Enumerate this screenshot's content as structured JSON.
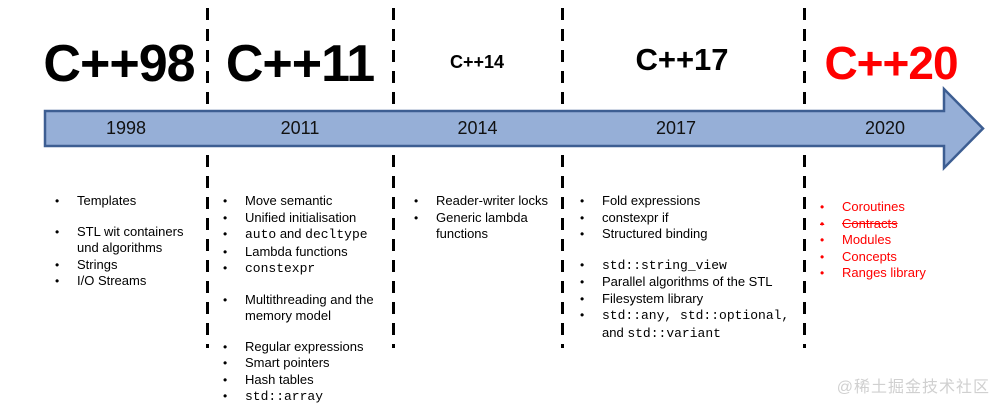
{
  "timeline": {
    "arrow_fill": "#96AFD7",
    "arrow_border": "#3D5E92",
    "separator_color": "#000000",
    "years": [
      "1998",
      "2011",
      "2014",
      "2017",
      "2020"
    ]
  },
  "watermark": "@稀土掘金技术社区",
  "columns": [
    {
      "id": "cpp98",
      "title": "C++98",
      "title_color": "#000000",
      "text_color": "#000000",
      "year": "1998",
      "groups": [
        {
          "items": [
            {
              "parts": [
                {
                  "t": "Templates"
                }
              ]
            }
          ]
        },
        {
          "items": [
            {
              "parts": [
                {
                  "t": "STL wit containers"
                },
                {
                  "br": true
                },
                {
                  "t": "und algorithms"
                }
              ]
            },
            {
              "parts": [
                {
                  "t": "Strings"
                }
              ]
            },
            {
              "parts": [
                {
                  "t": "I/O Streams"
                }
              ]
            }
          ]
        }
      ]
    },
    {
      "id": "cpp11",
      "title": "C++11",
      "title_color": "#000000",
      "text_color": "#000000",
      "year": "2011",
      "groups": [
        {
          "items": [
            {
              "parts": [
                {
                  "t": "Move semantic"
                }
              ]
            },
            {
              "parts": [
                {
                  "t": "Unified initialisation"
                }
              ]
            },
            {
              "parts": [
                {
                  "t": "auto",
                  "mono": true
                },
                {
                  "t": " and "
                },
                {
                  "t": "decltype",
                  "mono": true
                }
              ]
            },
            {
              "parts": [
                {
                  "t": "Lambda functions"
                }
              ]
            },
            {
              "parts": [
                {
                  "t": "constexpr",
                  "mono": true
                }
              ]
            }
          ]
        },
        {
          "items": [
            {
              "parts": [
                {
                  "t": "Multithreading and the"
                },
                {
                  "br": true
                },
                {
                  "t": "memory model"
                }
              ]
            }
          ]
        },
        {
          "items": [
            {
              "parts": [
                {
                  "t": "Regular expressions"
                }
              ]
            },
            {
              "parts": [
                {
                  "t": "Smart pointers"
                }
              ]
            },
            {
              "parts": [
                {
                  "t": "Hash tables"
                }
              ]
            },
            {
              "parts": [
                {
                  "t": "std::array",
                  "mono": true
                }
              ]
            }
          ]
        }
      ]
    },
    {
      "id": "cpp14",
      "title": "C++14",
      "title_color": "#000000",
      "text_color": "#000000",
      "year": "2014",
      "groups": [
        {
          "items": [
            {
              "parts": [
                {
                  "t": "Reader-writer locks"
                }
              ]
            },
            {
              "parts": [
                {
                  "t": "Generic lambda"
                },
                {
                  "br": true
                },
                {
                  "t": "functions"
                }
              ]
            }
          ]
        }
      ]
    },
    {
      "id": "cpp17",
      "title": "C++17",
      "title_color": "#000000",
      "text_color": "#000000",
      "year": "2017",
      "groups": [
        {
          "items": [
            {
              "parts": [
                {
                  "t": "Fold expressions"
                }
              ]
            },
            {
              "parts": [
                {
                  "t": "constexpr if"
                }
              ]
            },
            {
              "parts": [
                {
                  "t": "Structured binding"
                }
              ]
            }
          ]
        },
        {
          "items": [
            {
              "parts": [
                {
                  "t": "std::string_view",
                  "mono": true
                }
              ]
            },
            {
              "parts": [
                {
                  "t": "Parallel algorithms of the STL"
                }
              ]
            },
            {
              "parts": [
                {
                  "t": "Filesystem library"
                }
              ]
            },
            {
              "parts": [
                {
                  "t": "std::any, std::optional,",
                  "mono": true
                },
                {
                  "br": true
                },
                {
                  "t": "and "
                },
                {
                  "t": "std::variant",
                  "mono": true
                }
              ]
            }
          ]
        }
      ]
    },
    {
      "id": "cpp20",
      "title": "C++20",
      "title_color": "#FF0000",
      "text_color": "#FF0000",
      "year": "2020",
      "groups": [
        {
          "items": [
            {
              "parts": [
                {
                  "t": "Coroutines"
                }
              ]
            },
            {
              "parts": [
                {
                  "t": "Contracts"
                }
              ],
              "strike": true
            },
            {
              "parts": [
                {
                  "t": "Modules"
                }
              ]
            },
            {
              "parts": [
                {
                  "t": "Concepts"
                }
              ]
            },
            {
              "parts": [
                {
                  "t": "Ranges library"
                }
              ]
            }
          ]
        }
      ]
    }
  ]
}
